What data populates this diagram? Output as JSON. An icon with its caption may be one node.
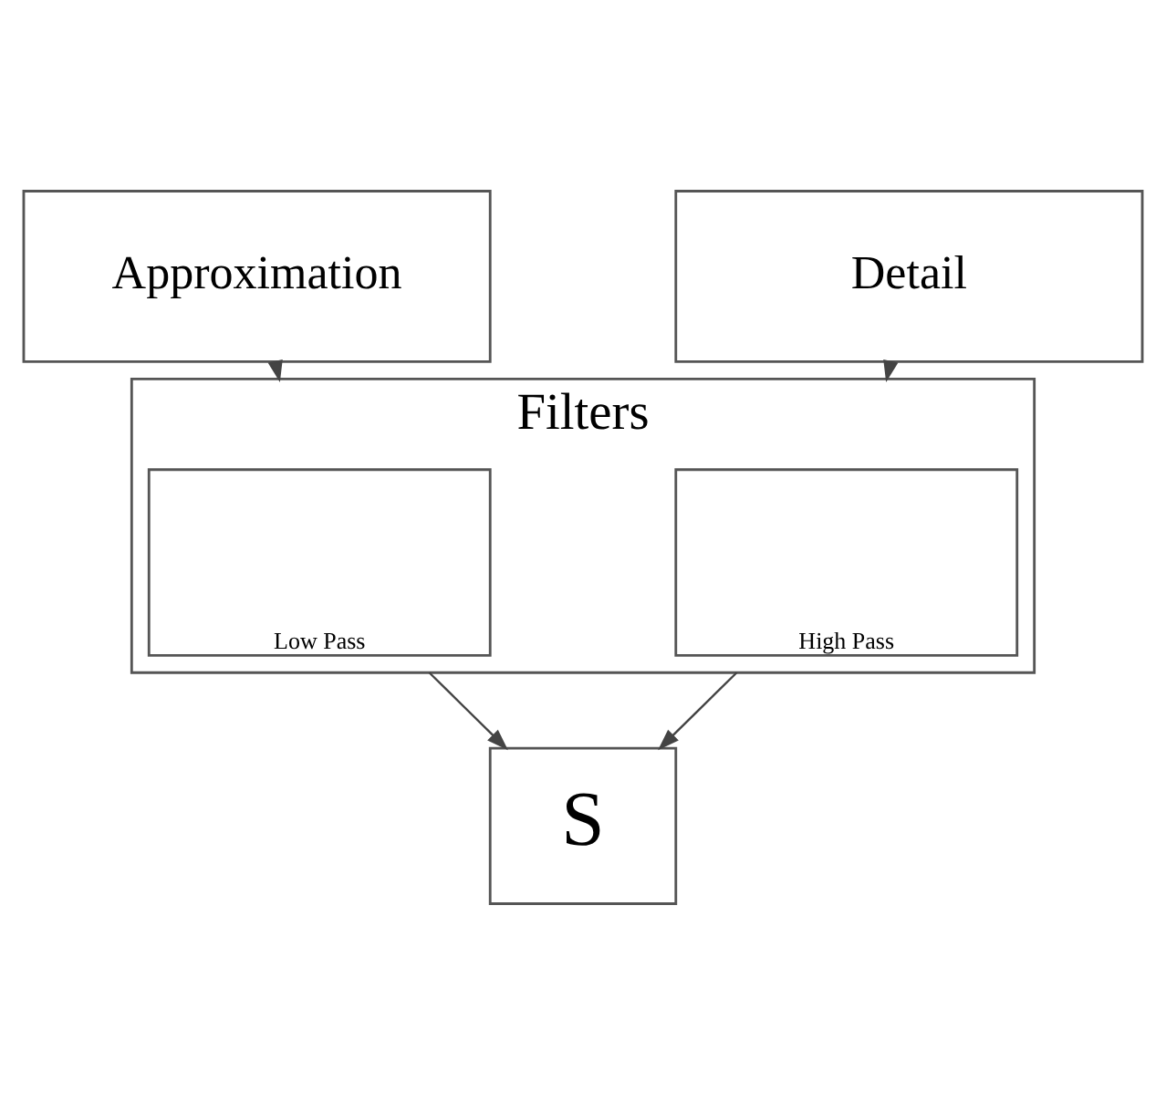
{
  "diagram": {
    "nodes": [
      {
        "text": [
          "Approximation"
        ]
      },
      {
        "text": [
          "Detail"
        ]
      },
      {
        "text": [
          "Filters"
        ]
      },
      {
        "text": [
          "Low Pass"
        ],
        "in": 2
      },
      {
        "text": [
          "High Pass"
        ],
        "in": 2
      },
      {
        "text": [
          "S"
        ]
      }
    ],
    "edges": [
      {
        "from": 0,
        "to": 2,
        "arrow": "to"
      },
      {
        "from": 1,
        "to": 2,
        "arrow": "to"
      },
      {
        "from": 2,
        "to": 5,
        "arrow": "to"
      },
      {
        "from": 2,
        "to": 5,
        "arrow": "to"
      }
    ]
  }
}
